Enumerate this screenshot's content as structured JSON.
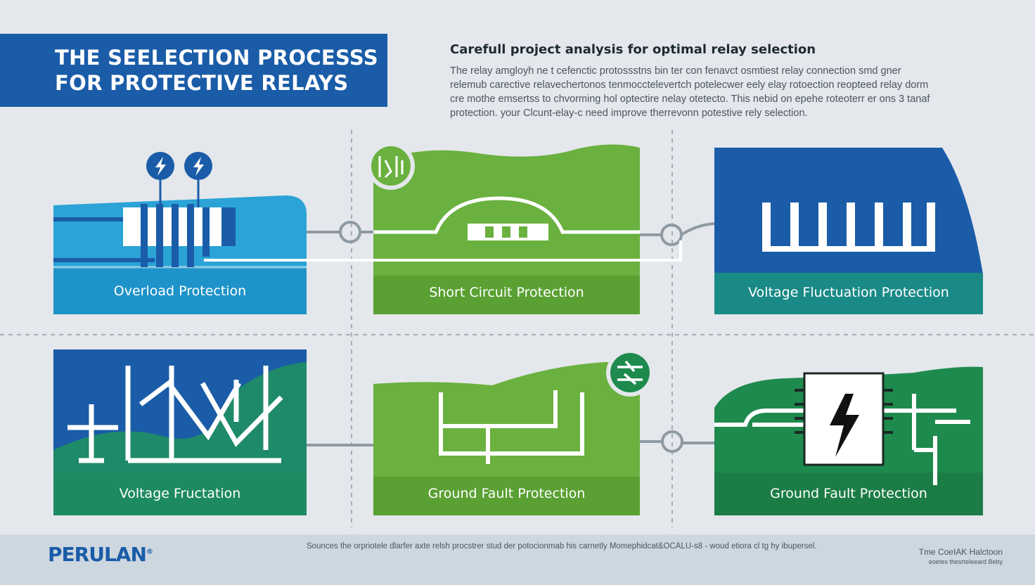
{
  "header": {
    "title_line1": "THE SEELECTION PROCESSS",
    "title_line2": "FOR PROTECTIVE RELAYS"
  },
  "intro": {
    "heading": "Carefull project analysis for optimal relay selection",
    "body": "The relay amgloyh ne t cefenctic protossstns bin ter con fenavct osmtiest relay connection smd gner relemub carective relavechertonos tenmocctelevertch potelecwer eely elay rotoection reopteed relay dorm cre mothe emsertss to chvorming hol optectire nelay otetecto. This nebid on epehe roteoterr er ons 3 tanaf protection. your Clcunt-elay-c need improve therrevonn potestive rely selection."
  },
  "cards": [
    {
      "label": "Overload Protection",
      "color": "#2ba3d6"
    },
    {
      "label": "Short Circuit Protection",
      "color": "#6ab13f"
    },
    {
      "label": "Voltage Fluctuation Protection",
      "color": "#1a5ca8"
    },
    {
      "label": "Voltage Fructation",
      "color": "#1a5ca8"
    },
    {
      "label": "Ground Fault Protection",
      "color": "#6ab13f"
    },
    {
      "label": "Ground Fault Protection",
      "color": "#1e8a4e"
    }
  ],
  "icons": [
    "lightning-bolt-icon",
    "lightning-bolt-icon",
    "relay-contacts-icon",
    "switch-toggle-icon",
    "chip-bolt-icon"
  ],
  "footer": {
    "logo": "PERULAN",
    "trademark": "®",
    "note": "Sounces the orpriotele dlarfer axte relsh procstrer stud der potocionmab his carnetly Momephidcat&OCALU-s8 - woud etiora cl tg hy ibupersel.",
    "credit_line1": "Tme CoeIAK Halctoon",
    "credit_line2": "eoetes thesrteleeard Beby"
  },
  "colors": {
    "blue": "#1a5ca8",
    "light_blue": "#2ba3d6",
    "green": "#6ab13f",
    "dark_green": "#1e8a4e",
    "background": "#e4e7eb"
  }
}
